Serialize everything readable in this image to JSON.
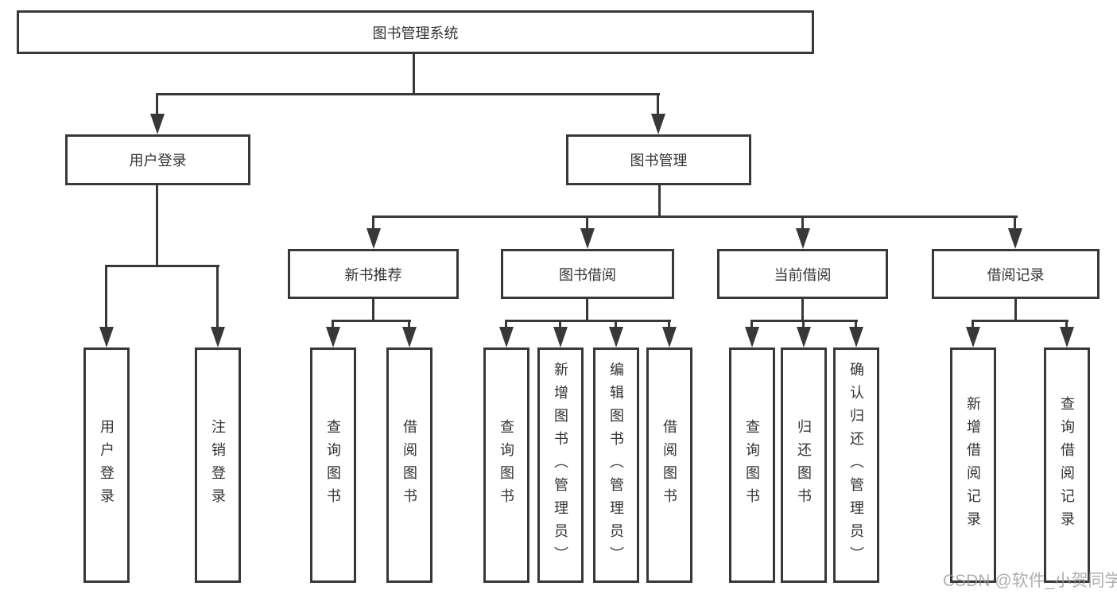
{
  "diagram": {
    "title": "图书管理系统",
    "root": {
      "label": "图书管理系统"
    },
    "level2": [
      {
        "label": "用户登录"
      },
      {
        "label": "图书管理"
      }
    ],
    "level3": [
      {
        "label": "新书推荐"
      },
      {
        "label": "图书借阅"
      },
      {
        "label": "当前借阅"
      },
      {
        "label": "借阅记录"
      }
    ],
    "leaves": [
      {
        "label": "用户登录"
      },
      {
        "label": "注销登录"
      },
      {
        "label": "查询图书"
      },
      {
        "label": "借阅图书"
      },
      {
        "label": "查询图书"
      },
      {
        "label": "新增图书（管理员）"
      },
      {
        "label": "编辑图书（管理员）"
      },
      {
        "label": "借阅图书"
      },
      {
        "label": "查询图书"
      },
      {
        "label": "归还图书"
      },
      {
        "label": "确认归还（管理员）"
      },
      {
        "label": "新增借阅记录"
      },
      {
        "label": "查询借阅记录"
      }
    ]
  },
  "watermark": {
    "text": "CSDN @软件_小贺同学"
  },
  "colors": {
    "line": "#383838",
    "text": "#333333",
    "watermark": "#9b9b9b",
    "background": "#ffffff"
  }
}
